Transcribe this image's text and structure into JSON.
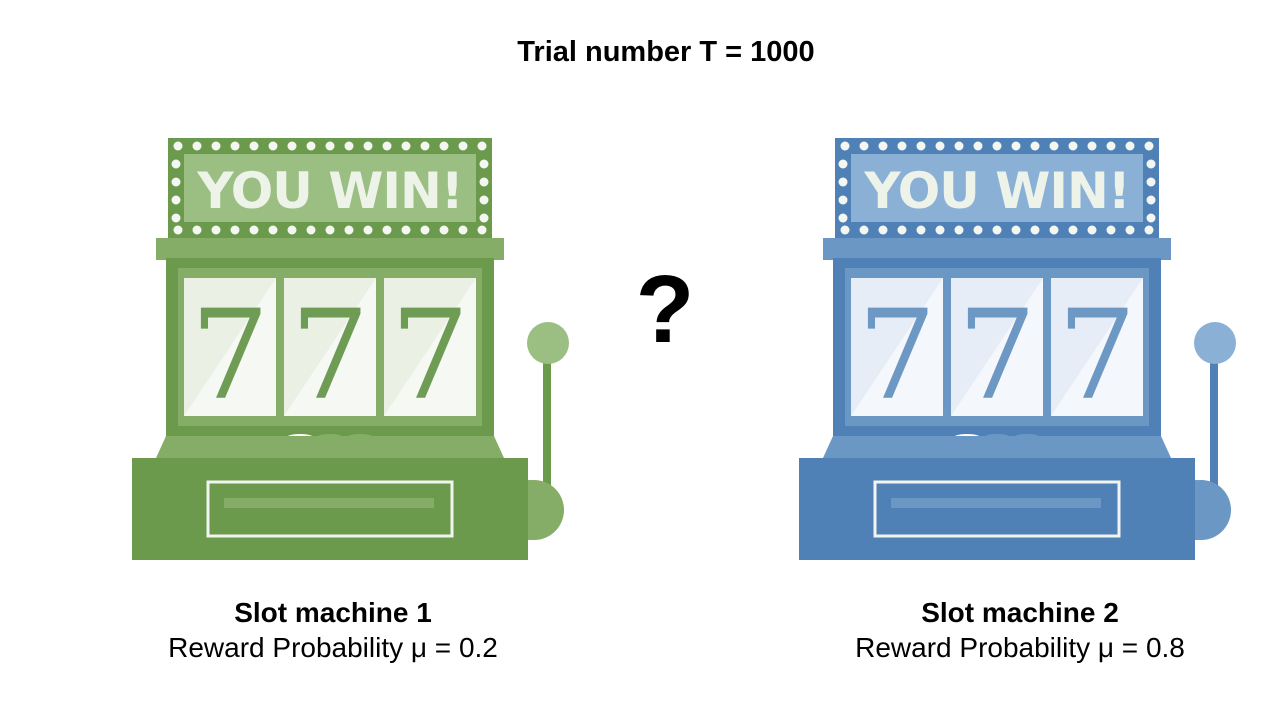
{
  "title": "Trial number T = 1000",
  "question_mark": "?",
  "machines": [
    {
      "name": "Slot machine 1",
      "reward_probability": "Reward Probability μ = 0.2",
      "sign_text": "YOU WIN!",
      "reels": [
        "7",
        "7",
        "7"
      ],
      "colors": {
        "dark": "#6b9a4c",
        "mid": "#85ad68",
        "light": "#9bbe82",
        "reel_bg": "#eaf0e4",
        "digit": "#6e9c55"
      }
    },
    {
      "name": "Slot machine 2",
      "reward_probability": "Reward Probability μ = 0.8",
      "sign_text": "YOU WIN!",
      "reels": [
        "7",
        "7",
        "7"
      ],
      "colors": {
        "dark": "#4f81b6",
        "mid": "#6a97c4",
        "light": "#8ab0d6",
        "reel_bg": "#e6edf6",
        "digit": "#6d98c4"
      }
    }
  ]
}
